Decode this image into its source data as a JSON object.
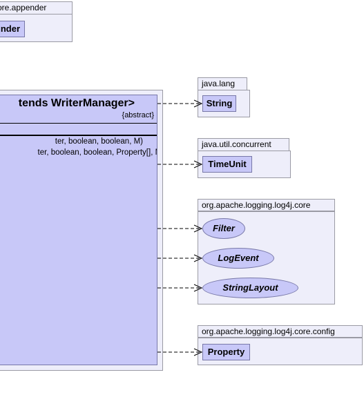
{
  "packages": {
    "appender": {
      "name": "ore.appender",
      "classes": [
        "nder"
      ]
    },
    "lang": {
      "name": "java.lang",
      "classes": [
        "String"
      ]
    },
    "concurrent": {
      "name": "java.util.concurrent",
      "classes": [
        "TimeUnit"
      ]
    },
    "core": {
      "name": "org.apache.logging.log4j.core",
      "interfaces": [
        "Filter",
        "LogEvent",
        "StringLayout"
      ]
    },
    "config": {
      "name": "org.apache.logging.log4j.core.config",
      "classes": [
        "Property"
      ]
    }
  },
  "main_class": {
    "title": "tends WriterManager>",
    "stereotype": "{abstract}",
    "constructors": [
      "ter, boolean, boolean, M)",
      "ter, boolean, boolean, Property[], M)"
    ]
  },
  "colors": {
    "package_fill": "#eeeefa",
    "class_fill": "#c8c8f8",
    "class_border": "#7878a8"
  }
}
